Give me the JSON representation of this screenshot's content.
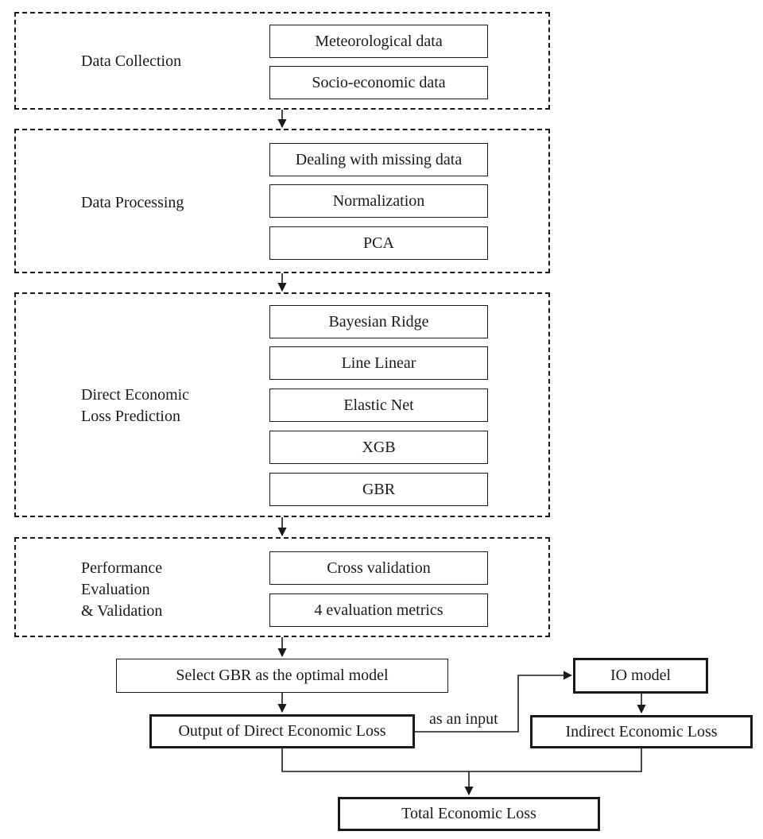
{
  "groups": {
    "collection": {
      "label": "Data Collection",
      "items": [
        "Meteorological data",
        "Socio-economic data"
      ]
    },
    "processing": {
      "label": "Data Processing",
      "items": [
        "Dealing with missing data",
        "Normalization",
        "PCA"
      ]
    },
    "prediction": {
      "label": "Direct Economic\nLoss Prediction",
      "items": [
        "Bayesian Ridge",
        "Line Linear",
        "Elastic Net",
        "XGB",
        "GBR"
      ]
    },
    "evaluation": {
      "label": "Performance\nEvaluation\n& Validation",
      "items": [
        "Cross validation",
        "4 evaluation metrics"
      ]
    }
  },
  "nodes": {
    "select": "Select GBR as the optimal model",
    "direct_output": "Output of Direct Economic Loss",
    "io_model": "IO model",
    "indirect": "Indirect Economic Loss",
    "total": "Total Economic Loss"
  },
  "edge_labels": {
    "as_input": "as an input"
  }
}
